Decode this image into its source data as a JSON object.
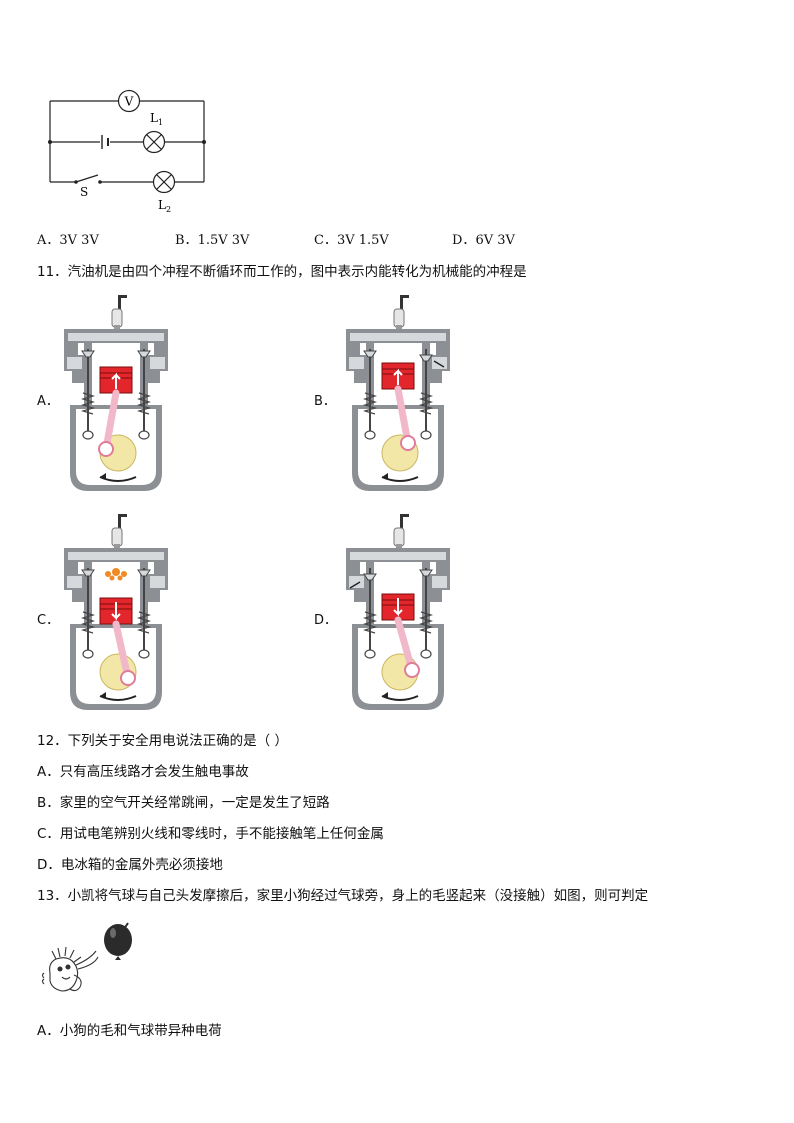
{
  "q10": {
    "circuit_labels": {
      "voltmeter": "V",
      "lamp1": "L",
      "lamp1_sub": "1",
      "lamp2": "L",
      "lamp2_sub": "2",
      "switch": "S"
    },
    "options": [
      {
        "letter": "A．",
        "text": "3V 3V"
      },
      {
        "letter": "B．",
        "text": "1.5V 3V"
      },
      {
        "letter": "C．",
        "text": "3V 1.5V"
      },
      {
        "letter": "D．",
        "text": "6V 3V"
      }
    ]
  },
  "q11": {
    "stem": "11．汽油机是由四个冲程不断循环而工作的，图中表示内能转化为机械能的冲程是",
    "choices": [
      {
        "letter": "A．",
        "image": "engine-stroke-compression"
      },
      {
        "letter": "B．",
        "image": "engine-stroke-exhaust"
      },
      {
        "letter": "C．",
        "image": "engine-stroke-power"
      },
      {
        "letter": "D．",
        "image": "engine-stroke-intake"
      }
    ]
  },
  "q12": {
    "stem": "12．下列关于安全用电说法正确的是（    ）",
    "options": [
      "A．只有高压线路才会发生触电事故",
      "B．家里的空气开关经常跳闸，一定是发生了短路",
      "C．用试电笔辨别火线和零线时，手不能接触笔上任何金属",
      "D．电冰箱的金属外壳必须接地"
    ]
  },
  "q13": {
    "stem": "13．小凯将气球与自己头发摩擦后，家里小狗经过气球旁，身上的毛竖起来（没接触）如图，则可判定",
    "options": [
      "A．小狗的毛和气球带异种电荷"
    ]
  },
  "colors": {
    "piston": "#e3262b",
    "engine_wall": "#8c9094",
    "engine_light": "#d6d9dc",
    "crank": "#f2e7a6",
    "rod": "#f0b8c8"
  }
}
